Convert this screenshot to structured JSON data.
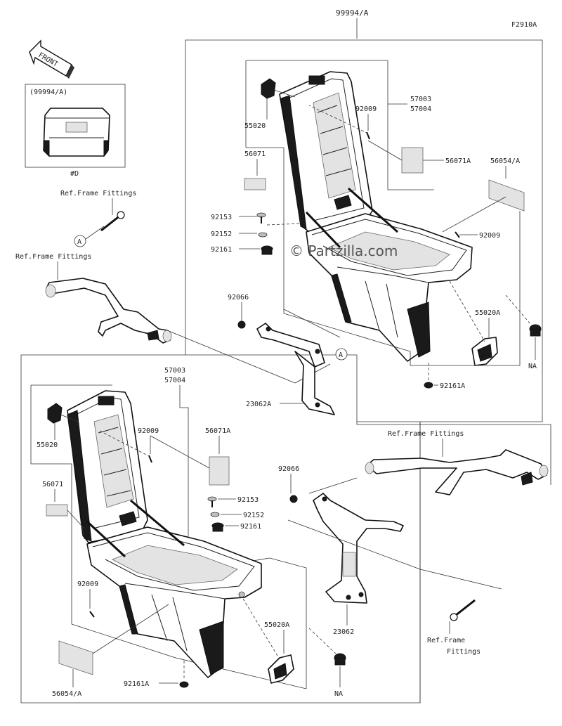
{
  "figure_code": "F2910A",
  "top_assembly": "99994/A",
  "front_label": "FRONT",
  "inset": {
    "title": "(99994/A)",
    "note": "#D"
  },
  "ref_labels": {
    "frame_a": "Ref.Frame Fittings",
    "frame_b": "Ref.Frame Fittings",
    "frame_c": "Ref.Frame Fittings",
    "frame_d_line1": "Ref.Frame",
    "frame_d_line2": "Fittings"
  },
  "callout_letter": "A",
  "watermark": "© Partzilla.com",
  "na_label": "NA",
  "parts_upper": {
    "p55020": "55020",
    "p92009a": "92009",
    "p57003": "57003",
    "p57004": "57004",
    "p56071": "56071",
    "p56071a": "56071A",
    "p56054a": "56054/A",
    "p92153": "92153",
    "p92152": "92152",
    "p92161": "92161",
    "p92009b": "92009",
    "p92066": "92066",
    "p55020a": "55020A",
    "p92161a": "92161A",
    "p23062a": "23062A"
  },
  "parts_lower": {
    "p57003": "57003",
    "p57004": "57004",
    "p55020": "55020",
    "p92009a": "92009",
    "p56071a": "56071A",
    "p56071": "56071",
    "p92066": "92066",
    "p92153": "92153",
    "p92152": "92152",
    "p92161": "92161",
    "p92009b": "92009",
    "p55020a": "55020A",
    "p23062": "23062",
    "p56054a": "56054/A",
    "p92161a": "92161A"
  }
}
